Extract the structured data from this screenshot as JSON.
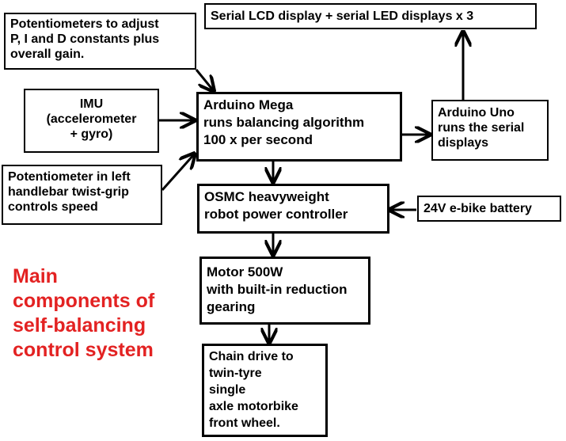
{
  "title": {
    "text": "Main\ncomponents of\nself-balancing\ncontrol system",
    "color": "#e32222"
  },
  "nodes": {
    "potentiometers_pid": "Potentiometers to adjust\nP, I and D constants plus\noverall gain.",
    "lcd_display": "Serial LCD display + serial LED displays x 3",
    "imu": "IMU\n(accelerometer\n+ gyro)",
    "arduino_mega": "Arduino Mega\nruns balancing algorithm\n100 x per second",
    "arduino_uno": "Arduino Uno\nruns the serial\ndisplays",
    "potentiometer_speed": "Potentiometer in left\nhandlebar twist-grip\ncontrols speed",
    "osmc": "OSMC heavyweight\nrobot power controller",
    "battery": "24V e-bike battery",
    "motor": "Motor 500W\nwith built-in reduction\ngearing",
    "chain_drive": "Chain drive to\ntwin-tyre\nsingle\naxle motorbike\nfront wheel."
  },
  "edges": [
    {
      "from": "potentiometers_pid",
      "to": "arduino_mega"
    },
    {
      "from": "imu",
      "to": "arduino_mega"
    },
    {
      "from": "potentiometer_speed",
      "to": "arduino_mega"
    },
    {
      "from": "arduino_mega",
      "to": "arduino_uno"
    },
    {
      "from": "arduino_uno",
      "to": "lcd_display"
    },
    {
      "from": "arduino_mega",
      "to": "osmc"
    },
    {
      "from": "battery",
      "to": "osmc"
    },
    {
      "from": "osmc",
      "to": "motor"
    },
    {
      "from": "motor",
      "to": "chain_drive"
    }
  ],
  "line_color": "#000000"
}
